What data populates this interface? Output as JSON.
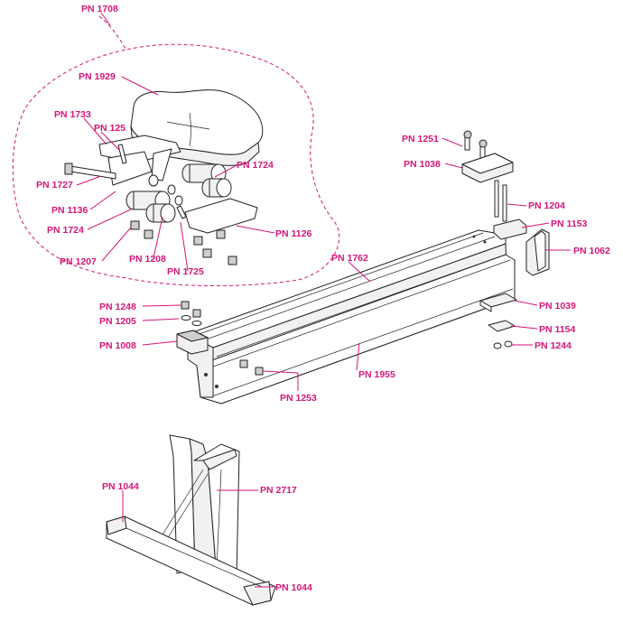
{
  "diagram": {
    "accent_color": "#d6157a",
    "labels": {
      "pn1708": "PN 1708",
      "pn1929": "PN 1929",
      "pn1733": "PN 1733",
      "pn125": "PN 125",
      "pn1724a": "PN 1724",
      "pn1727": "PN 1727",
      "pn1136": "PN 1136",
      "pn1724b": "PN 1724",
      "pn1126": "PN 1126",
      "pn1207": "PN 1207",
      "pn1208": "PN 1208",
      "pn1725": "PN 1725",
      "pn1251": "PN 1251",
      "pn1038": "PN 1038",
      "pn1204": "PN 1204",
      "pn1153": "PN 1153",
      "pn1062": "PN 1062",
      "pn1762": "PN 1762",
      "pn1248": "PN 1248",
      "pn1205": "PN 1205",
      "pn1008": "PN 1008",
      "pn1039": "PN 1039",
      "pn1154": "PN 1154",
      "pn1244": "PN 1244",
      "pn1955": "PN 1955",
      "pn1253": "PN 1253",
      "pn1044a": "PN 1044",
      "pn2717": "PN 2717",
      "pn1044b": "PN 1044"
    }
  }
}
